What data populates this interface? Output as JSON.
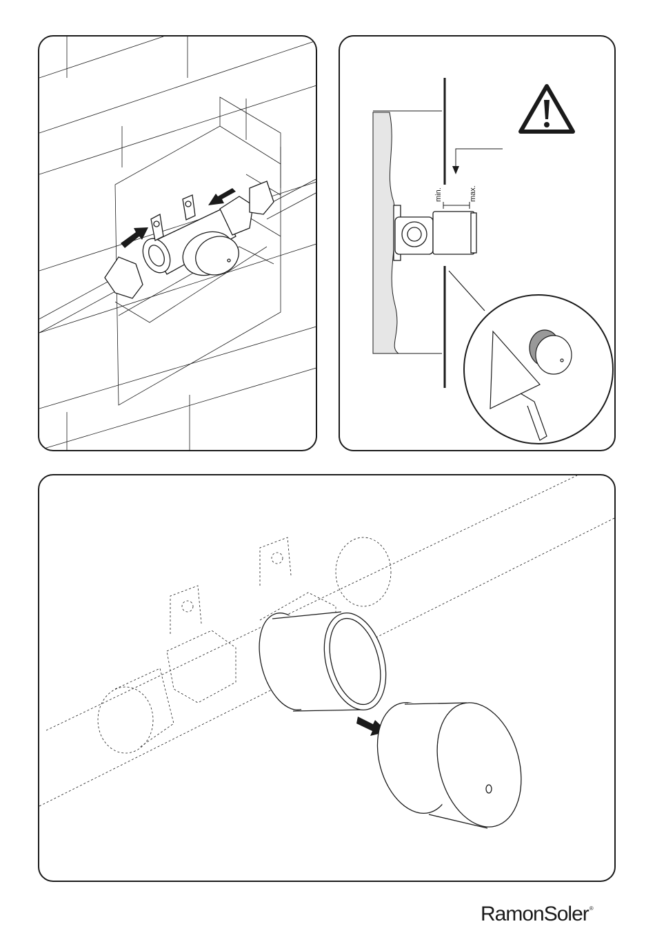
{
  "panels": {
    "dimension_labels": {
      "min": "min.",
      "max": "max."
    },
    "icons": [
      "arrow-icon",
      "warning-triangle-icon",
      "trowel-icon"
    ]
  },
  "colors": {
    "line": "#1a1a1a",
    "wall_fill": "#e6e6e6",
    "plaster_fill": "#999999"
  },
  "brand": {
    "name": "RamonSoler",
    "mark": "®"
  }
}
